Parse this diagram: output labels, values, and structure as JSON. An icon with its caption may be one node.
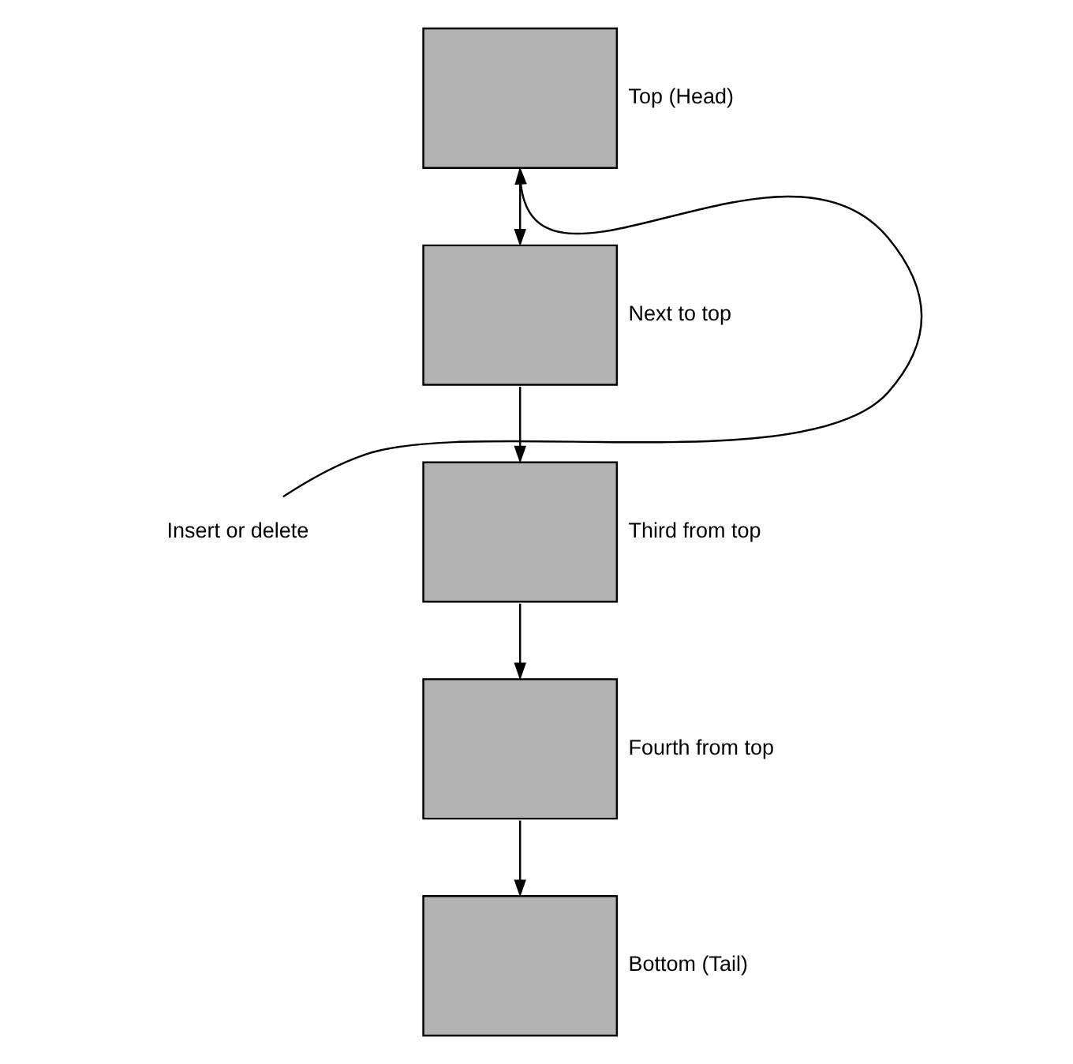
{
  "diagram": {
    "nodes": [
      {
        "text": [],
        "shape": "box",
        "beside": [
          "Top (Head)"
        ]
      },
      {
        "text": [],
        "shape": "box",
        "beside": [
          "Next to top"
        ]
      },
      {
        "text": [],
        "shape": "box",
        "beside": [
          "Third from top"
        ]
      },
      {
        "text": [],
        "shape": "box",
        "beside": [
          "Fourth from top"
        ]
      },
      {
        "text": [],
        "shape": "box",
        "beside": [
          "Bottom (Tail)"
        ]
      },
      {
        "text": [
          "Insert or delete"
        ]
      }
    ],
    "edges": [
      {
        "from": 5,
        "to": 0,
        "arrow": "to"
      },
      {
        "from": 0,
        "to": 1,
        "arrow": "to"
      },
      {
        "from": 1,
        "to": 2,
        "arrow": "to"
      },
      {
        "from": 2,
        "to": 3,
        "arrow": "to"
      },
      {
        "from": 3,
        "to": 4,
        "arrow": "to"
      }
    ]
  }
}
